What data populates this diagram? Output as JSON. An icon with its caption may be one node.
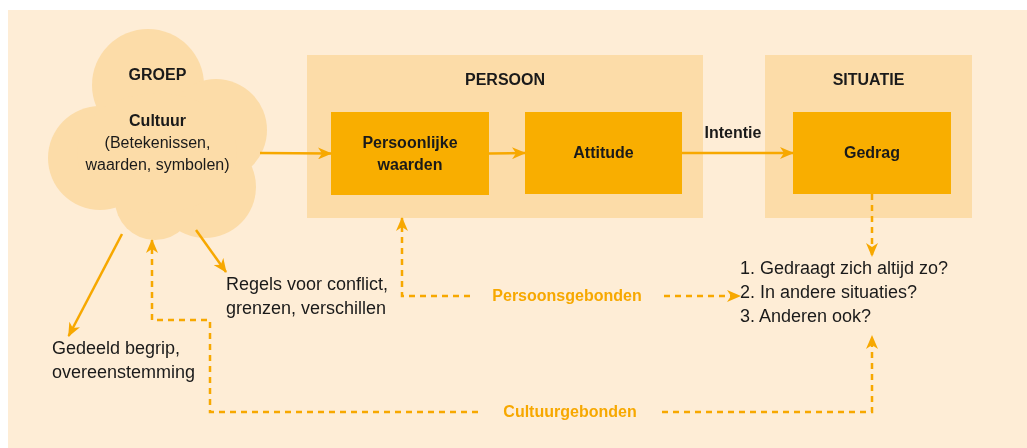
{
  "diagram": {
    "nodes": [
      {
        "text": [
          "GROEP",
          "Cultuur",
          "(Betekenissen, waarden, symbolen)"
        ]
      },
      {
        "text": [
          "PERSOON"
        ]
      },
      {
        "text": [
          "Persoonlijke waarden"
        ],
        "in": 1
      },
      {
        "text": [
          "Attitude"
        ],
        "in": 1
      },
      {
        "text": [
          "SITUATIE"
        ]
      },
      {
        "text": [
          "Gedrag"
        ],
        "in": 4
      },
      {
        "text": [
          "Regels voor conflict, grenzen, verschillen"
        ]
      },
      {
        "text": [
          "Gedeeld begrip, overeenstemming"
        ]
      },
      {
        "text": [
          "1. Gedraagt zich altijd zo?",
          "2. In andere situaties?",
          "3. Anderen ook?"
        ]
      },
      {
        "text": [
          "Persoonsgebonden"
        ]
      },
      {
        "text": [
          "Cultuurgebonden"
        ]
      }
    ],
    "edges": [
      {
        "from": 0,
        "to": 2,
        "arrow": "to"
      },
      {
        "from": 2,
        "to": 3,
        "arrow": "to"
      },
      {
        "from": 3,
        "to": 5,
        "arrow": "to",
        "label": "Intentie"
      },
      {
        "from": 0,
        "to": 7,
        "arrow": "to"
      },
      {
        "from": 0,
        "to": 6,
        "arrow": "to"
      },
      {
        "from": 5,
        "to": 8,
        "arrow": "to",
        "style": "dashed"
      },
      {
        "from": 9,
        "to": 1,
        "arrow": "to",
        "style": "dashed"
      },
      {
        "from": 9,
        "to": 8,
        "arrow": "to",
        "style": "dashed"
      },
      {
        "from": 10,
        "to": 0,
        "arrow": "to",
        "style": "dashed"
      },
      {
        "from": 10,
        "to": 8,
        "arrow": "to",
        "style": "dashed"
      }
    ]
  }
}
